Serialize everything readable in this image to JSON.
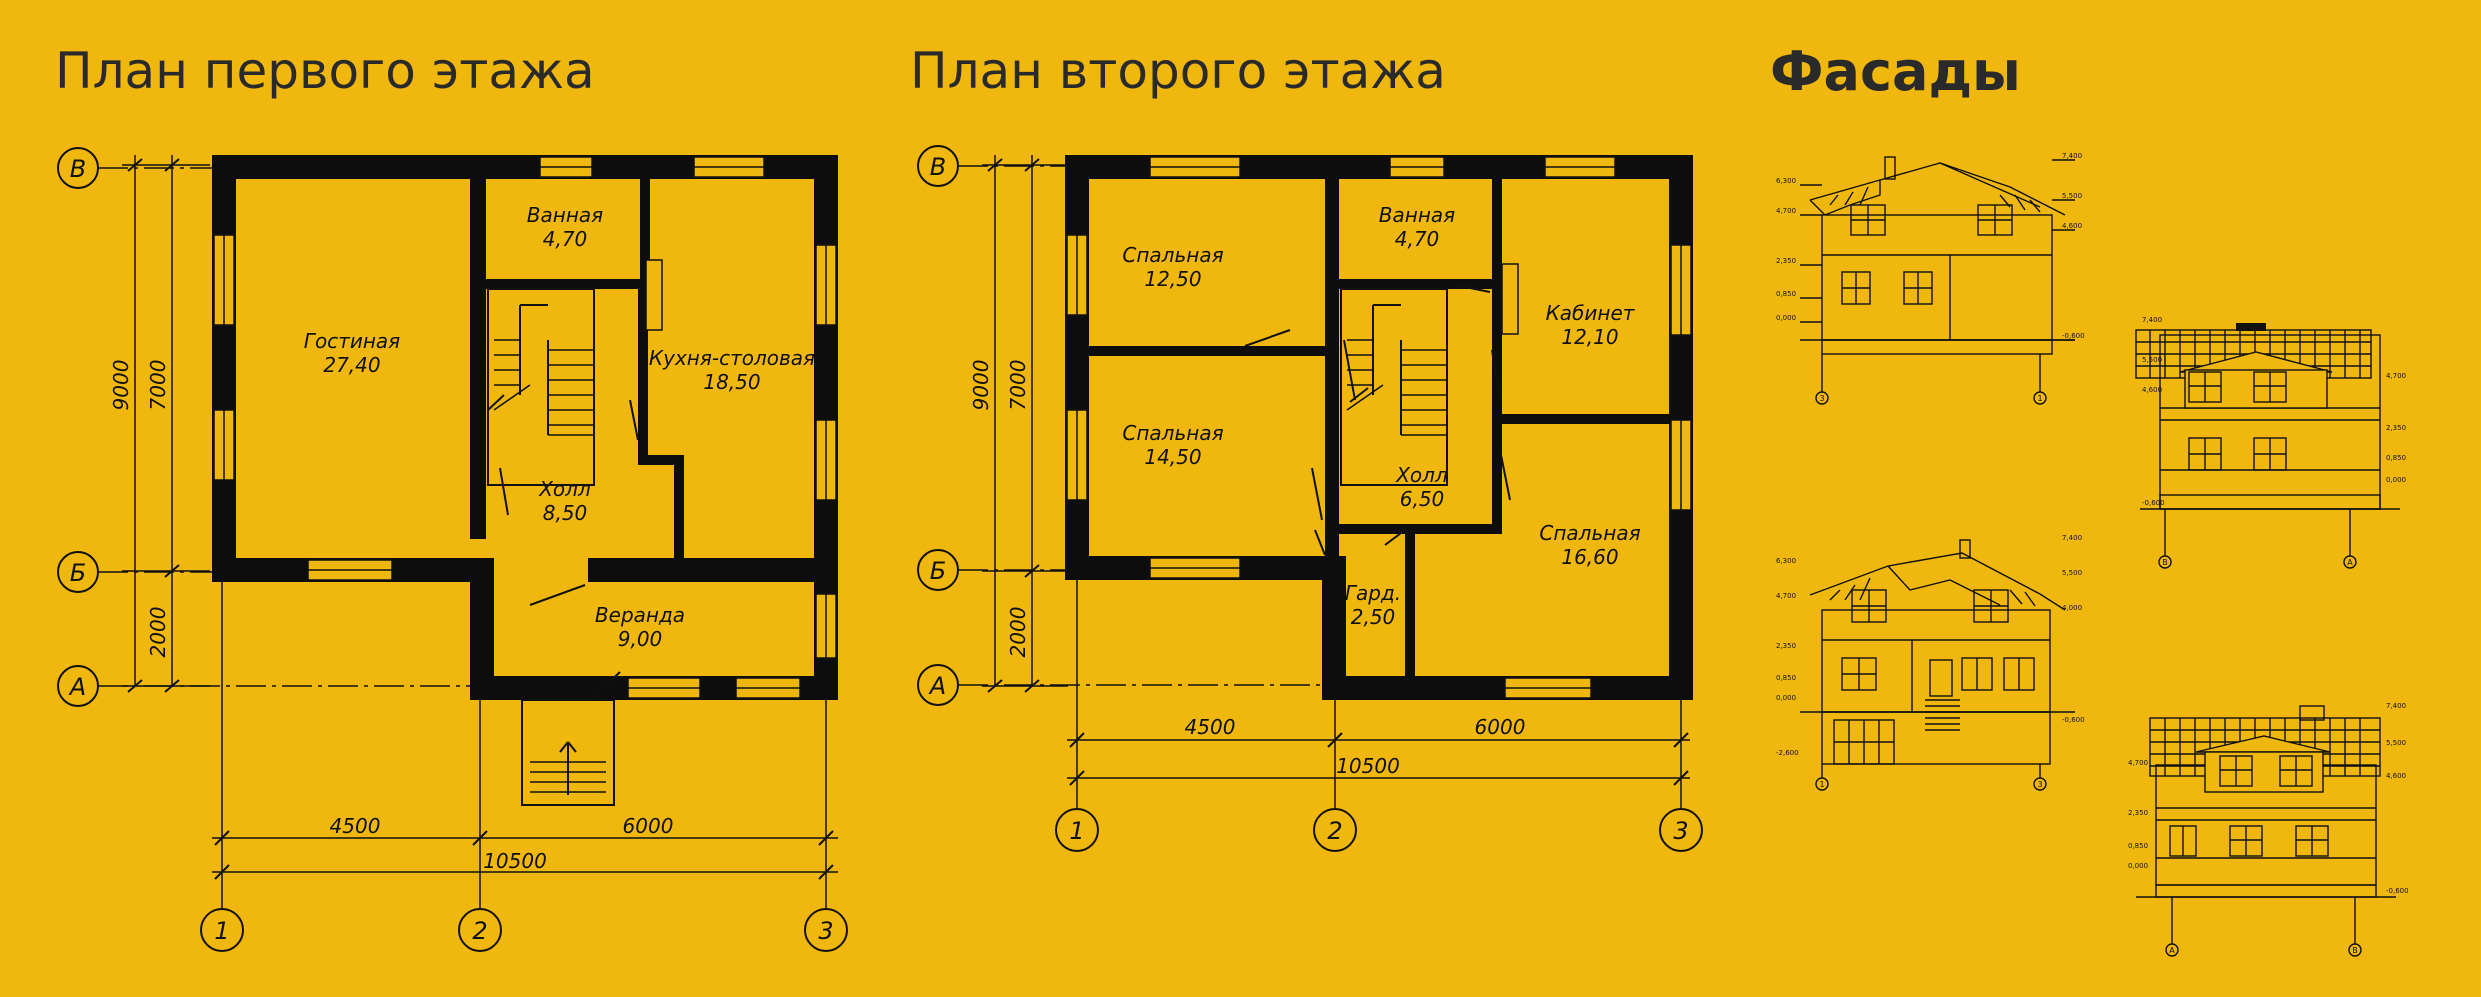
{
  "titles": {
    "plan1": "План первого этажа",
    "plan2": "План второго этажа",
    "facades": "Фасады"
  },
  "axes": {
    "letters": [
      "В",
      "Б",
      "А"
    ],
    "numbers": [
      "1",
      "2",
      "3"
    ]
  },
  "dimensions": {
    "height_total": "9000",
    "height_main": "7000",
    "height_veranda": "2000",
    "width_left": "4500",
    "width_right": "6000",
    "width_total": "10500"
  },
  "plan1_rooms": [
    {
      "name": "Гостиная",
      "area": "27,40"
    },
    {
      "name": "Ванная",
      "area": "4,70"
    },
    {
      "name": "Кухня-столовая",
      "area": "18,50"
    },
    {
      "name": "Холл",
      "area": "8,50"
    },
    {
      "name": "Веранда",
      "area": "9,00"
    }
  ],
  "plan2_rooms": [
    {
      "name": "Спальная",
      "area": "12,50"
    },
    {
      "name": "Ванная",
      "area": "4,70"
    },
    {
      "name": "Кабинет",
      "area": "12,10"
    },
    {
      "name": "Спальная",
      "area": "14,50"
    },
    {
      "name": "Холл",
      "area": "6,50"
    },
    {
      "name": "Спальная",
      "area": "16,60"
    },
    {
      "name": "Гард.",
      "area": "2,50"
    }
  ],
  "facade_levels": {
    "f1": [
      "6,300",
      "4,700",
      "2,350",
      "0,850",
      "0,000",
      "7,400",
      "5,500",
      "4,600",
      "-0,600"
    ],
    "f2": [
      "7,400",
      "5,500",
      "4,600",
      "4,700",
      "2,350",
      "0,850",
      "0,000",
      "-0,600"
    ],
    "f3": [
      "6,300",
      "4,700",
      "2,350",
      "0,850",
      "0,000",
      "-2,600",
      "7,400",
      "5,500",
      "4,000",
      "-0,600"
    ],
    "f4": [
      "7,400",
      "5,500",
      "4,600",
      "4,700",
      "2,350",
      "0,850",
      "0,000",
      "-0,600"
    ]
  },
  "facade_axes": {
    "f1": [
      "3",
      "1"
    ],
    "f2": [
      "В",
      "А"
    ],
    "f3": [
      "1",
      "3"
    ],
    "f4": [
      "А",
      "В"
    ]
  }
}
